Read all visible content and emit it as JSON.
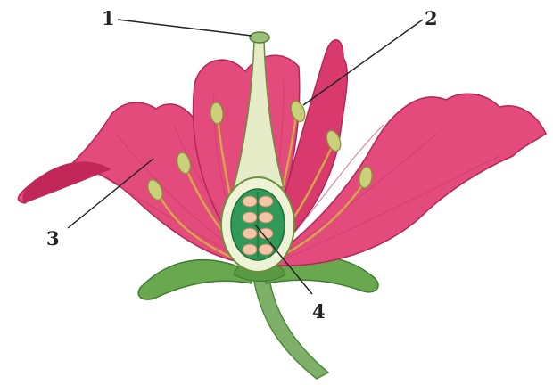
{
  "callouts": [
    {
      "id": "1",
      "label": "1",
      "target": "stigma"
    },
    {
      "id": "2",
      "label": "2",
      "target": "anther"
    },
    {
      "id": "3",
      "label": "3",
      "target": "petal"
    },
    {
      "id": "4",
      "label": "4",
      "target": "ovule"
    }
  ],
  "colors": {
    "petal": "#e34b7c",
    "petal_shadow": "#c2275a",
    "petal_highlight": "#f08aa9",
    "sepal": "#6aa84f",
    "sepal_dark": "#3f7d32",
    "stalk": "#7fb069",
    "style": "#e6ecc8",
    "ovary_outer": "#eef3d8",
    "ovary_inner": "#2f9a57",
    "ovule": "#f3c6a7",
    "anther": "#cbd07a",
    "filament": "#d4a84a",
    "label": "#222222",
    "leader": "#222222"
  }
}
